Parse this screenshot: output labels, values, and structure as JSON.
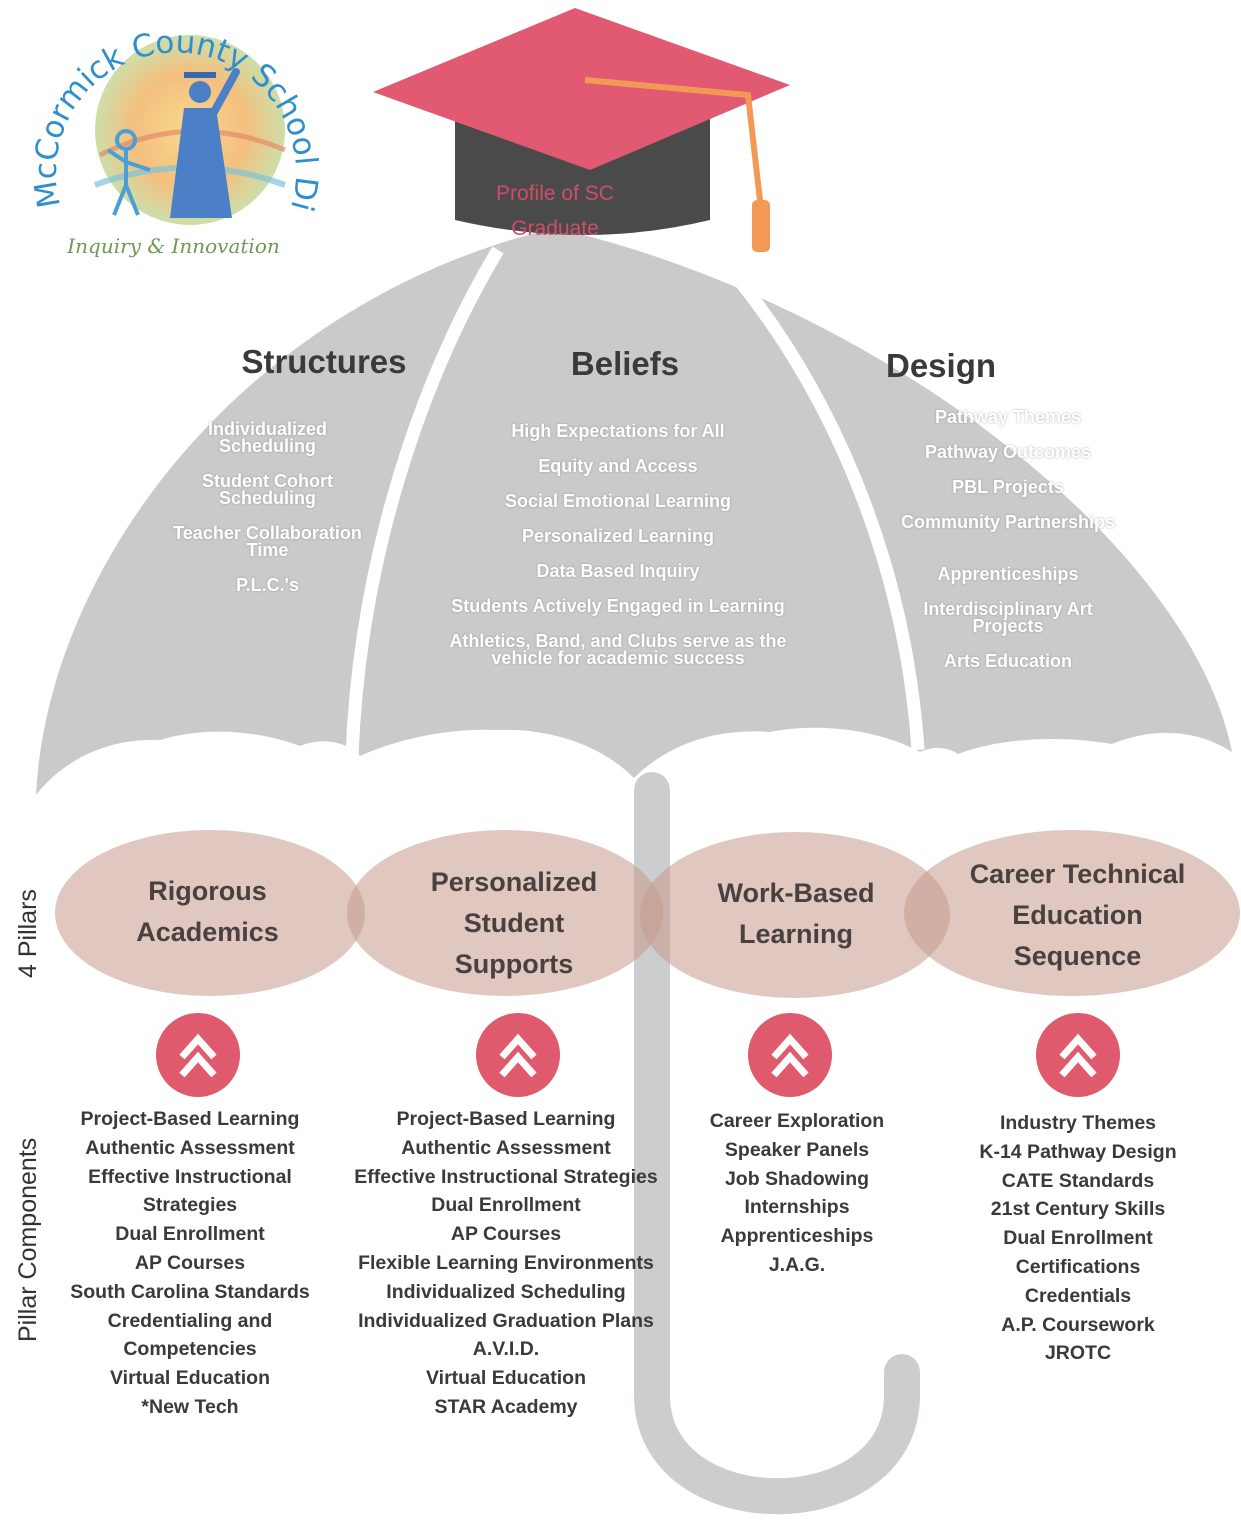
{
  "colors": {
    "canopy": "#cacacb",
    "rib": "#ffffff",
    "cap": "#e25a72",
    "cap_band": "#4a4a4a",
    "tassel": "#f29a55",
    "pillar_fill": "#d9bdb0",
    "chevron": "#df5a6d",
    "handle": "#c7c8ca",
    "logo_ring": "#2f8fce"
  },
  "logo": {
    "ring_text": "McCormick County School District",
    "tagline": "Inquiry & Innovation"
  },
  "cap": {
    "line1": "Profile of SC",
    "line2": "Graduate"
  },
  "sections": [
    {
      "title": "Structures",
      "items": [
        "Individualized Scheduling",
        "Student Cohort Scheduling",
        "Teacher Collaboration Time",
        "P.L.C.'s"
      ]
    },
    {
      "title": "Beliefs",
      "items": [
        "High Expectations for All",
        "Equity and Access",
        "Social Emotional Learning",
        "Personalized Learning",
        "Data Based Inquiry",
        "Students Actively Engaged in Learning",
        "Athletics, Band, and Clubs serve as the vehicle for academic success"
      ]
    },
    {
      "title": "Design",
      "items": [
        "Pathway Themes",
        "Pathway Outcomes",
        "PBL Projects",
        "Community Partnerships",
        "Apprenticeships",
        "Interdisciplinary Art Projects",
        "Arts Education"
      ]
    }
  ],
  "side_labels": {
    "pillars": "4 Pillars",
    "components": "Pillar Components"
  },
  "pillars": [
    {
      "line1": "Rigorous",
      "line2": "Academics",
      "line3": ""
    },
    {
      "line1": "Personalized",
      "line2": "Student",
      "line3": "Supports"
    },
    {
      "line1": "Work-Based",
      "line2": "Learning",
      "line3": ""
    },
    {
      "line1": "Career Technical",
      "line2": "Education",
      "line3": "Sequence"
    }
  ],
  "chevron_icons": [
    "chevron-up-icon",
    "chevron-up-icon",
    "chevron-up-icon",
    "chevron-up-icon"
  ],
  "components": [
    [
      "Project-Based Learning",
      "Authentic Assessment",
      "Effective Instructional",
      "Strategies",
      "Dual Enrollment",
      "AP Courses",
      "South Carolina Standards",
      "Credentialing and",
      "Competencies",
      "Virtual Education",
      "*New Tech"
    ],
    [
      "Project-Based Learning",
      "Authentic Assessment",
      "Effective Instructional Strategies",
      "Dual Enrollment",
      "AP Courses",
      "Flexible Learning Environments",
      "Individualized Scheduling",
      "Individualized Graduation Plans",
      "A.V.I.D.",
      "Virtual Education",
      "STAR Academy"
    ],
    [
      "Career Exploration",
      "Speaker Panels",
      "Job Shadowing",
      "Internships",
      "Apprenticeships",
      "J.A.G."
    ],
    [
      "Industry Themes",
      "K-14 Pathway Design",
      "CATE Standards",
      "21st Century Skills",
      "Dual Enrollment",
      "Certifications",
      "Credentials",
      "A.P. Coursework",
      "JROTC"
    ]
  ]
}
